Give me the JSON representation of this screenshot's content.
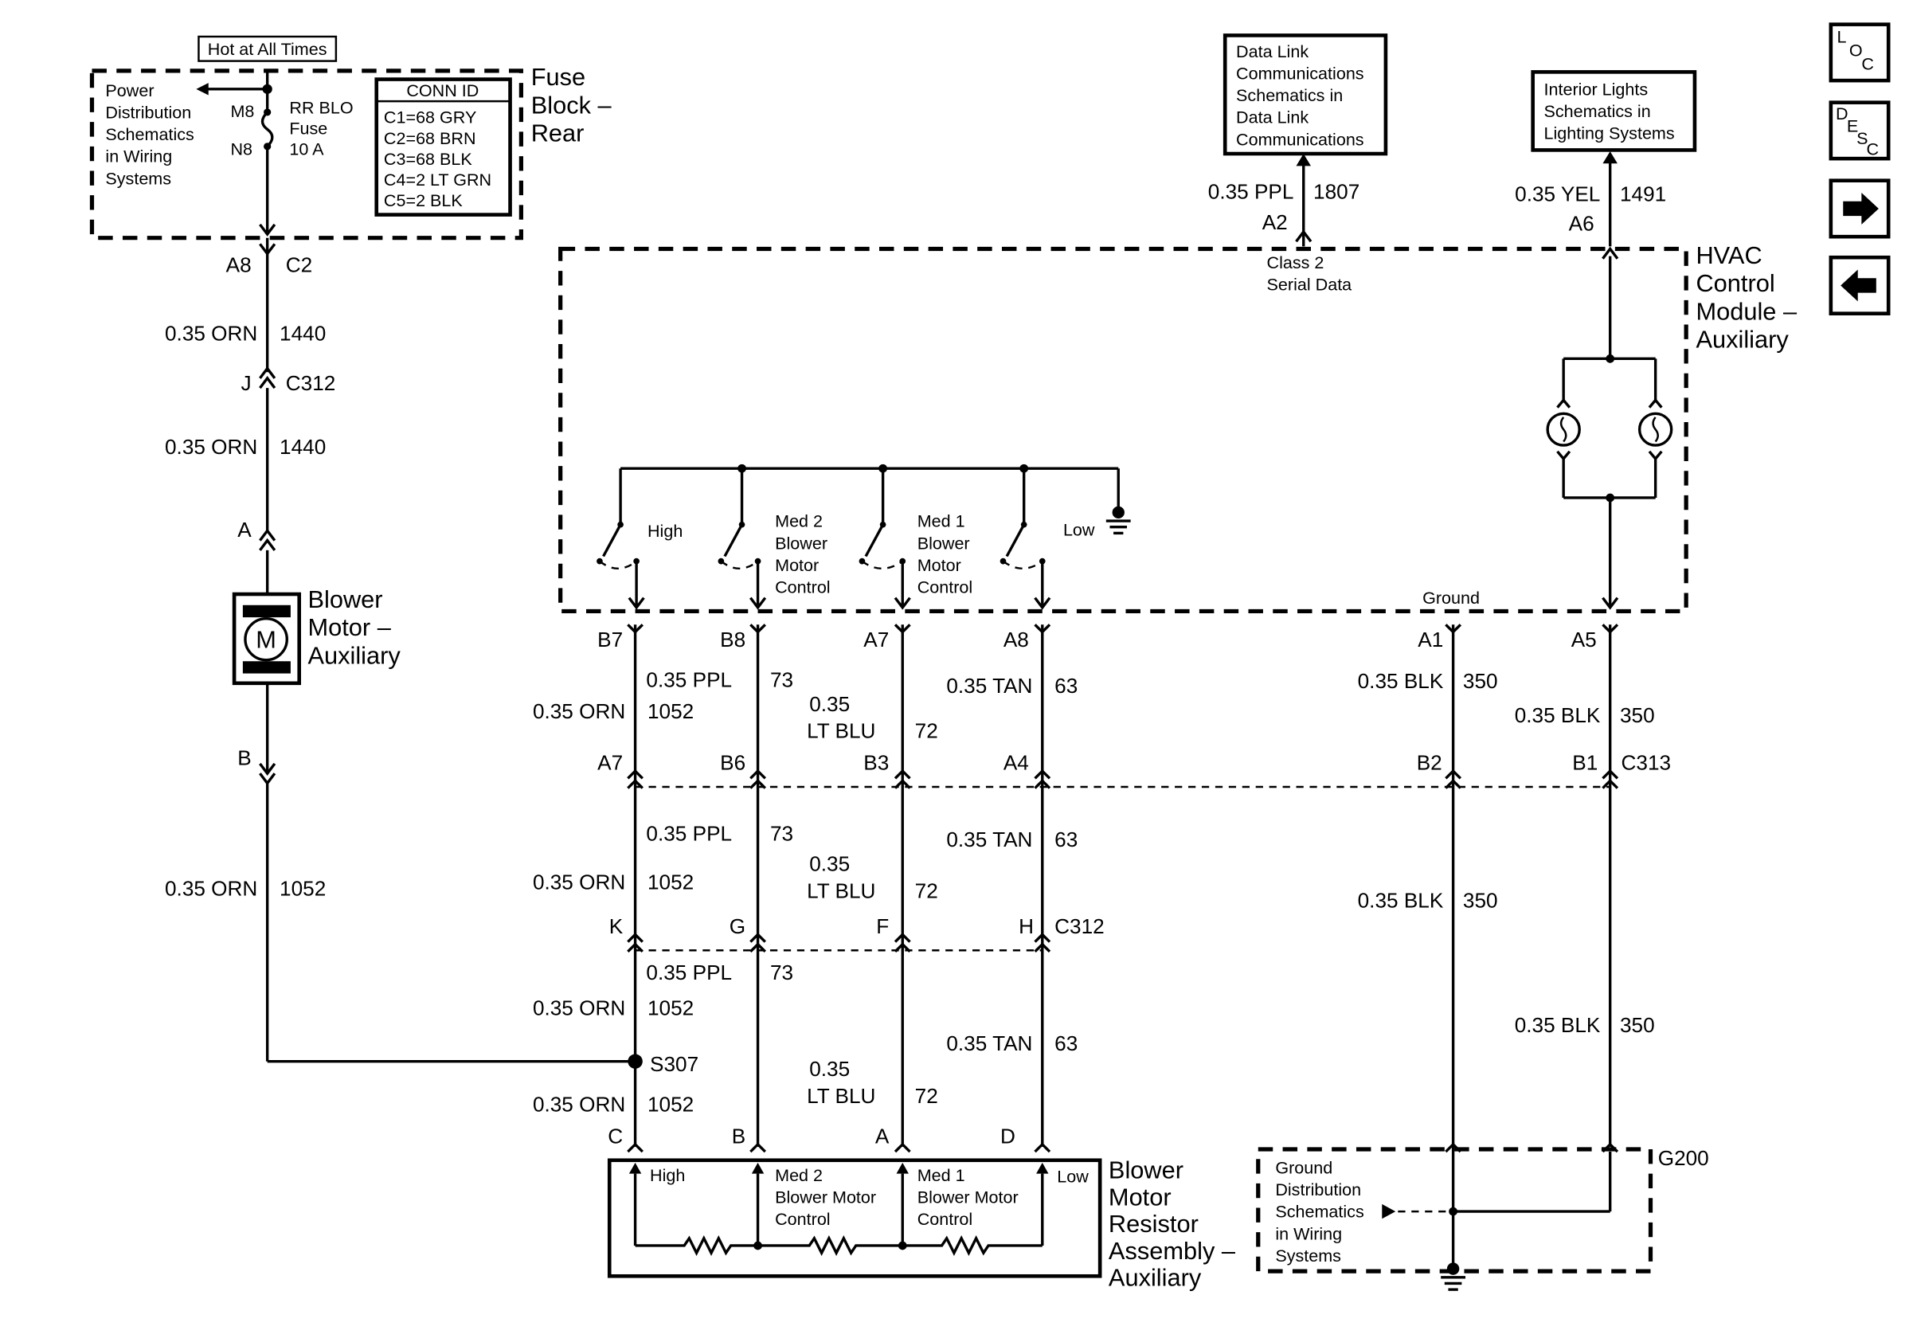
{
  "power_source": {
    "hot_label": "Hot at All Times",
    "power_distribution_lines": [
      "Power",
      "Distribution",
      "Schematics",
      "in Wiring",
      "Systems"
    ],
    "fuse_pins": [
      "M8",
      "N8"
    ],
    "fuse_name_lines": [
      "RR BLO",
      "Fuse",
      "10 A"
    ],
    "fuse_block_title_lines": [
      "Fuse",
      "Block –",
      "Rear"
    ]
  },
  "conn_id": {
    "title": "CONN ID",
    "lines": [
      "C1=68 GRY",
      "C2=68 BRN",
      "C3=68 BLK",
      "C4=2 LT GRN",
      "C5=2 BLK"
    ]
  },
  "left_circuit": {
    "conn_a8": "A8",
    "conn_c2": "C2",
    "wire1_gauge": "0.35 ORN",
    "wire1_circuit": "1440",
    "conn_j": "J",
    "conn_c312": "C312",
    "wire2_gauge": "0.35 ORN",
    "wire2_circuit": "1440",
    "conn_a": "A",
    "blower_motor_lines": [
      "Blower",
      "Motor –",
      "Auxiliary"
    ],
    "motor_symbol": "M",
    "conn_b": "B",
    "wire3_gauge": "0.35 ORN",
    "wire3_circuit": "1052"
  },
  "data_link": {
    "box_lines": [
      "Data Link",
      "Communications",
      "Schematics in",
      "Data Link",
      "Communications"
    ],
    "wire_gauge": "0.35 PPL",
    "wire_circuit": "1807",
    "pin": "A2",
    "serial_lines": [
      "Class 2",
      "Serial Data"
    ]
  },
  "interior_lights": {
    "box_lines": [
      "Interior Lights",
      "Schematics in",
      "Lighting Systems"
    ],
    "wire_gauge": "0.35 YEL",
    "wire_circuit": "1491",
    "pin": "A6"
  },
  "hvac_module": {
    "title_lines": [
      "HVAC",
      "Control",
      "Module –",
      "Auxiliary"
    ],
    "switch_labels": [
      [
        "High"
      ],
      [
        "Med 2",
        "Blower",
        "Motor",
        "Control"
      ],
      [
        "Med 1",
        "Blower",
        "Motor",
        "Control"
      ],
      [
        "Low"
      ]
    ],
    "ground_label": "Ground"
  },
  "module_pins": {
    "top": [
      "B7",
      "B8",
      "A7",
      "A8"
    ],
    "ground_pin": "A1",
    "lights_pin": "A5"
  },
  "segment1": {
    "orn_gauge": "0.35 ORN",
    "orn_circuit": "1052",
    "ppl_gauge": "0.35 PPL",
    "ppl_circuit": "73",
    "ltblu_gauge_1": "0.35",
    "ltblu_gauge_2": "LT BLU",
    "ltblu_circuit": "72",
    "tan_gauge": "0.35 TAN",
    "tan_circuit": "63",
    "blk1_gauge": "0.35 BLK",
    "blk1_circuit": "350",
    "blk2_gauge": "0.35 BLK",
    "blk2_circuit": "350"
  },
  "c313_pins": {
    "labels": [
      "A7",
      "B6",
      "B3",
      "A4",
      "B2",
      "B1"
    ],
    "connector": "C313"
  },
  "segment2": {
    "ppl_gauge": "0.35 PPL",
    "ppl_circuit": "73",
    "orn_gauge": "0.35 ORN",
    "orn_circuit": "1052",
    "ltblu_gauge_1": "0.35",
    "ltblu_gauge_2": "LT BLU",
    "ltblu_circuit": "72",
    "tan_gauge": "0.35 TAN",
    "tan_circuit": "63",
    "blk_gauge": "0.35 BLK",
    "blk_circuit": "350"
  },
  "c312_pins": {
    "labels": [
      "K",
      "G",
      "F",
      "H"
    ],
    "connector": "C312"
  },
  "segment3": {
    "ppl_gauge": "0.35 PPL",
    "ppl_circuit": "73",
    "orn_gauge": "0.35 ORN",
    "orn_circuit": "1052",
    "splice": "S307",
    "orn2_gauge": "0.35 ORN",
    "orn2_circuit": "1052",
    "ltblu_gauge_1": "0.35",
    "ltblu_gauge_2": "LT BLU",
    "ltblu_circuit": "72",
    "tan_gauge": "0.35 TAN",
    "tan_circuit": "63",
    "blk_gauge": "0.35 BLK",
    "blk_circuit": "350"
  },
  "resistor_assembly": {
    "pins": [
      "C",
      "B",
      "A",
      "D"
    ],
    "labels": [
      [
        "High"
      ],
      [
        "Med 2",
        "Blower Motor",
        "Control"
      ],
      [
        "Med 1",
        "Blower Motor",
        "Control"
      ],
      [
        "Low"
      ]
    ],
    "title_lines": [
      "Blower",
      "Motor",
      "Resistor",
      "Assembly –",
      "Auxiliary"
    ]
  },
  "ground": {
    "connector": "G200",
    "box_lines": [
      "Ground",
      "Distribution",
      "Schematics",
      "in Wiring",
      "Systems"
    ]
  },
  "nav": {
    "loc_letters": [
      "L",
      "O",
      "C"
    ],
    "desc_letters": [
      "D",
      "E",
      "S",
      "C"
    ],
    "next_icon": "right-arrow-icon",
    "prev_icon": "left-arrow-icon"
  }
}
